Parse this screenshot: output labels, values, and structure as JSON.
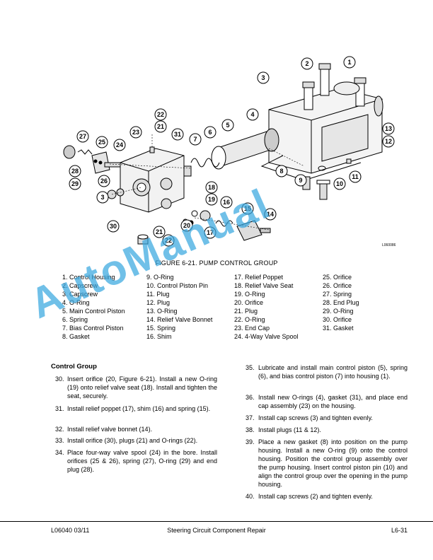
{
  "figure": {
    "caption": "FIGURE 6-21. PUMP CONTROL GROUP",
    "code": "L060086",
    "callouts": [
      "2",
      "1",
      "3",
      "4",
      "13",
      "12",
      "22",
      "21",
      "31",
      "6",
      "5",
      "27",
      "25",
      "24",
      "23",
      "7",
      "8",
      "11",
      "28",
      "29",
      "26",
      "9",
      "10",
      "3",
      "18",
      "19",
      "16",
      "15",
      "14",
      "30",
      "21",
      "20",
      "17",
      "22"
    ]
  },
  "legend": {
    "col1": [
      "1. Control Housing",
      "2. Capscrew",
      "3. Capscrew",
      "4. O-Ring",
      "5. Main Control Piston",
      "6. Spring",
      "7. Bias Control Piston",
      "8. Gasket"
    ],
    "col2": [
      "9. O-Ring",
      "10. Control Piston Pin",
      "11. Plug",
      "12. Plug",
      "13. O-Ring",
      "14. Relief Valve Bonnet",
      "15. Spring",
      "16. Shim"
    ],
    "col3": [
      "17. Relief Poppet",
      "18. Relief Valve Seat",
      "19. O-Ring",
      "20. Orifice",
      "21. Plug",
      "22. O-Ring",
      "23. End Cap",
      "24. 4-Way Valve Spool"
    ],
    "col4": [
      "25. Orifice",
      "26. Orifice",
      "27. Spring",
      "28. End Plug",
      "29. O-Ring",
      "30. Orifice",
      "31. Gasket"
    ]
  },
  "section": {
    "heading": "Control Group",
    "steps": [
      {
        "num": "30.",
        "text": "Insert orifice (20, Figure 6-21). Install a new O-ring (19) onto relief valve seat (18). Install and tighten the seat, securely."
      },
      {
        "num": "31.",
        "text": "Install relief poppet (17), shim (16) and spring (15)."
      },
      {
        "num": "32.",
        "text": "Install relief valve bonnet (14)."
      },
      {
        "num": "33.",
        "text": "Install orifice (30), plugs (21) and O-rings (22)."
      },
      {
        "num": "34.",
        "text": "Place four-way valve spool (24) in the bore. Install orifices (25 & 26), spring (27), O-ring (29) and end plug (28)."
      },
      {
        "num": "35.",
        "text": "Lubricate and install main control piston (5), spring (6), and bias control piston (7) into housing (1)."
      },
      {
        "num": "36.",
        "text": "Install new O-rings (4), gasket (31), and place end cap assembly (23) on the housing."
      },
      {
        "num": "37.",
        "text": "Install cap screws (3) and tighten evenly."
      },
      {
        "num": "38.",
        "text": "Install plugs (11 & 12)."
      },
      {
        "num": "39.",
        "text": "Place a new gasket (8) into position on the pump housing. Install a new O-ring (9) onto the control housing. Position the control group assembly over the pump housing. Insert control piston pin (10) and align the control group over the opening in the pump housing."
      },
      {
        "num": "40.",
        "text": "Install cap screws (2) and tighten evenly."
      }
    ]
  },
  "footer": {
    "left": "L06040   03/11",
    "center": "Steering Circuit Component Repair",
    "right": "L6-31"
  },
  "watermark": "AutoManual",
  "colors": {
    "watermark": "#3aa8e0",
    "text": "#000000"
  }
}
